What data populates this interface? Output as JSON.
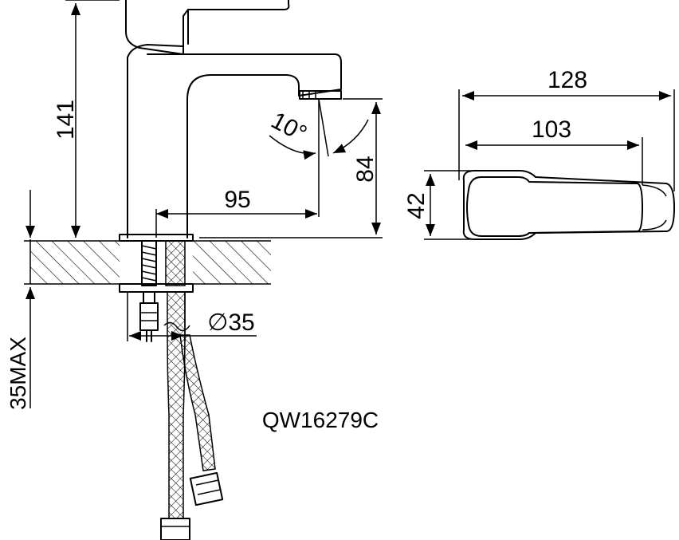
{
  "model_code": "QW16279C",
  "dimensions": {
    "height_total": "141",
    "spout_height": "84",
    "spout_reach": "95",
    "angle": "10°",
    "hole_diameter": "∅35",
    "max_thickness": "35MAX",
    "handle_length": "128",
    "handle_inner_length": "103",
    "handle_width": "42"
  }
}
